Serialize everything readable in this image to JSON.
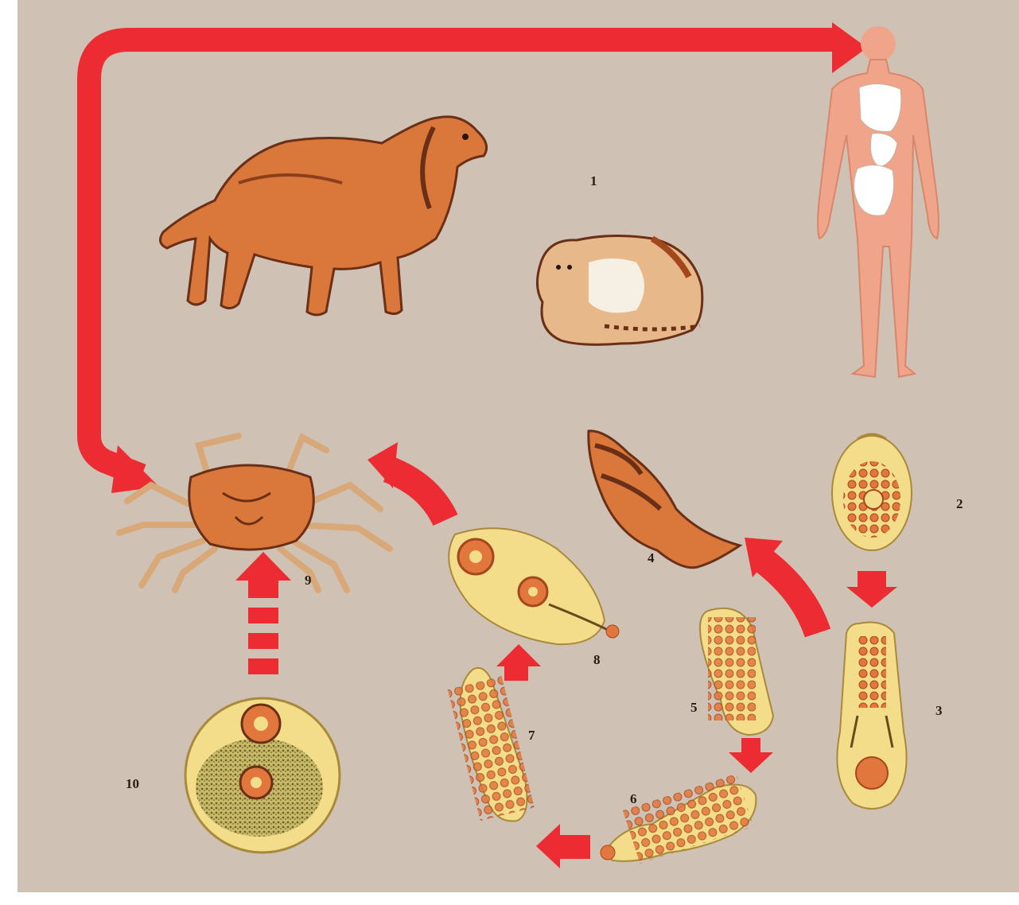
{
  "labels": {
    "n1": "1",
    "n2": "2",
    "n3": "3",
    "n4": "4",
    "n5": "5",
    "n6": "6",
    "n7": "7",
    "n8": "8",
    "n9": "9",
    "n10": "10"
  },
  "colors": {
    "background": "#cfc1b4",
    "arrow": "#ec2b32",
    "animal": "#d9783a",
    "animal_dark": "#6a2f16",
    "egg_fill": "#f3dc8a",
    "egg_spot": "#e2773d",
    "human": "#f0a48a"
  },
  "stages": {
    "1": "definitive-hosts",
    "2": "egg",
    "3": "miracidium",
    "4": "snail",
    "5": "sporocyst",
    "6": "redia",
    "7": "daughter-redia",
    "8": "cercaria",
    "9": "crab",
    "10": "metacercaria"
  }
}
